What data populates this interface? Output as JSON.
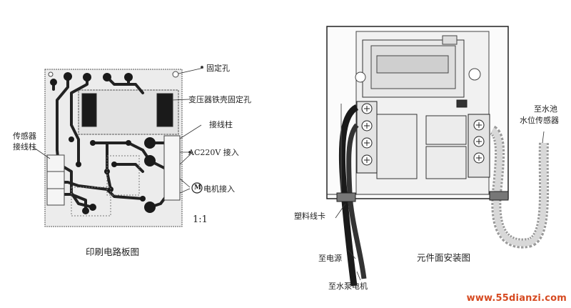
{
  "pcb": {
    "label_fixing_hole": "固定孔",
    "label_transformer_hole": "变压器铁壳固定孔",
    "label_terminal_post": "接线柱",
    "label_ac220": "AC220V 接入",
    "label_motor_symbol": "M",
    "label_motor": "电机接入",
    "label_sensor_line1": "传感器",
    "label_sensor_line2": "接线柱",
    "scale": "1:1",
    "caption": "印刷电路板图"
  },
  "assembly": {
    "label_cable_clamp": "塑料线卡",
    "label_to_power": "至电源",
    "label_to_pump": "至水泵电机",
    "label_to_pool_line1": "至水池",
    "label_to_pool_line2": "水位传感器",
    "caption": "元件面安装图"
  },
  "watermark": "www.55dianzi.com"
}
